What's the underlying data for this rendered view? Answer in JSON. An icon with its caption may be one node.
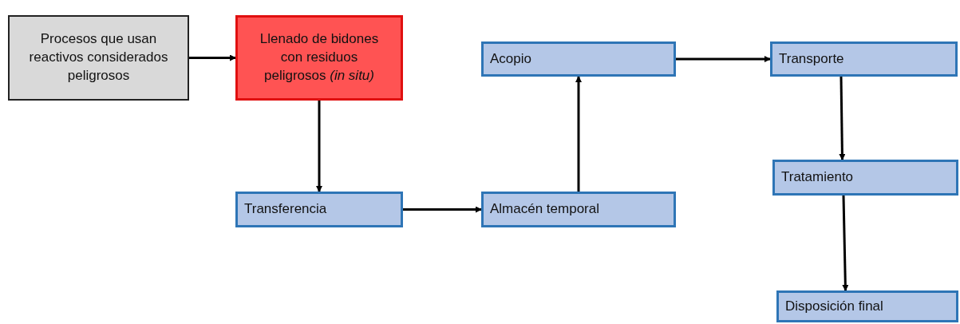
{
  "diagram": {
    "nodes": [
      {
        "text": [
          "Procesos que usan reactivos considerados peligrosos"
        ]
      },
      {
        "text": [
          "Llenado de bidones con residuos peligrosos *(in situ)*"
        ]
      },
      {
        "text": [
          "Transferencia"
        ]
      },
      {
        "text": [
          "Almacén temporal"
        ]
      },
      {
        "text": [
          "Acopio"
        ]
      },
      {
        "text": [
          "Transporte"
        ]
      },
      {
        "text": [
          "Tratamiento"
        ]
      },
      {
        "text": [
          "Disposición final"
        ]
      }
    ],
    "edges": [
      {
        "from": 0,
        "to": 1,
        "arrow": "to"
      },
      {
        "from": 1,
        "to": 2,
        "arrow": "to"
      },
      {
        "from": 2,
        "to": 3,
        "arrow": "to"
      },
      {
        "from": 3,
        "to": 4,
        "arrow": "to"
      },
      {
        "from": 4,
        "to": 5,
        "arrow": "to"
      },
      {
        "from": 5,
        "to": 6,
        "arrow": "to"
      },
      {
        "from": 6,
        "to": 7,
        "arrow": "to"
      }
    ]
  }
}
